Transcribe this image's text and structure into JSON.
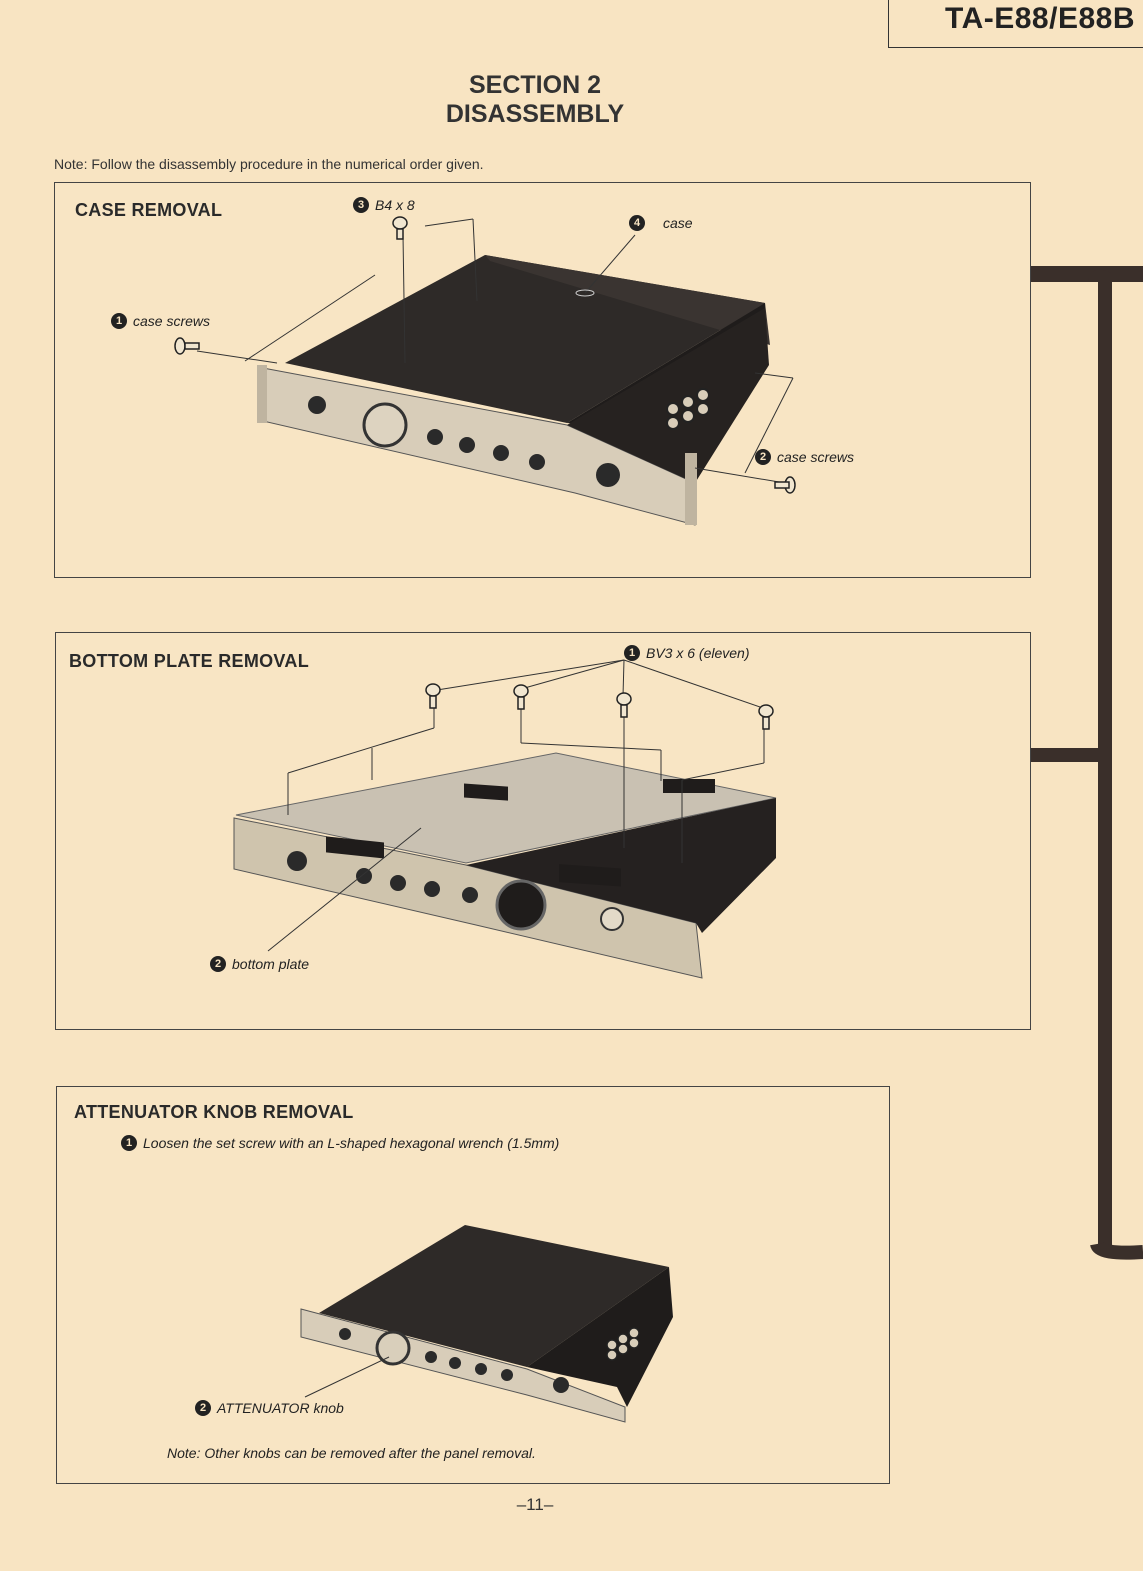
{
  "header": {
    "model": "TA-E88/E88B"
  },
  "section": {
    "number_line": "SECTION 2",
    "name_line": "DISASSEMBLY"
  },
  "note": "Note: Follow the disassembly procedure in the numerical order given.",
  "case_removal": {
    "title": "CASE REMOVAL",
    "callouts": [
      {
        "num": "1",
        "text": "case screws"
      },
      {
        "num": "2",
        "text": "case screws"
      },
      {
        "num": "3",
        "text": "B4 x 8"
      },
      {
        "num": "4",
        "text": "case"
      }
    ]
  },
  "bottom_plate_removal": {
    "title": "BOTTOM PLATE REMOVAL",
    "callouts": [
      {
        "num": "1",
        "text": "BV3 x 6 (eleven)"
      },
      {
        "num": "2",
        "text": "bottom plate"
      }
    ]
  },
  "attenuator_knob_removal": {
    "title": "ATTENUATOR KNOB REMOVAL",
    "step1": {
      "num": "1",
      "text": "Loosen the set screw with an L-shaped hexagonal wrench (1.5mm)"
    },
    "step2": {
      "num": "2",
      "text": "ATTENUATOR knob"
    },
    "note": "Note: Other knobs can be removed after the panel removal."
  },
  "page_number": "–11–"
}
